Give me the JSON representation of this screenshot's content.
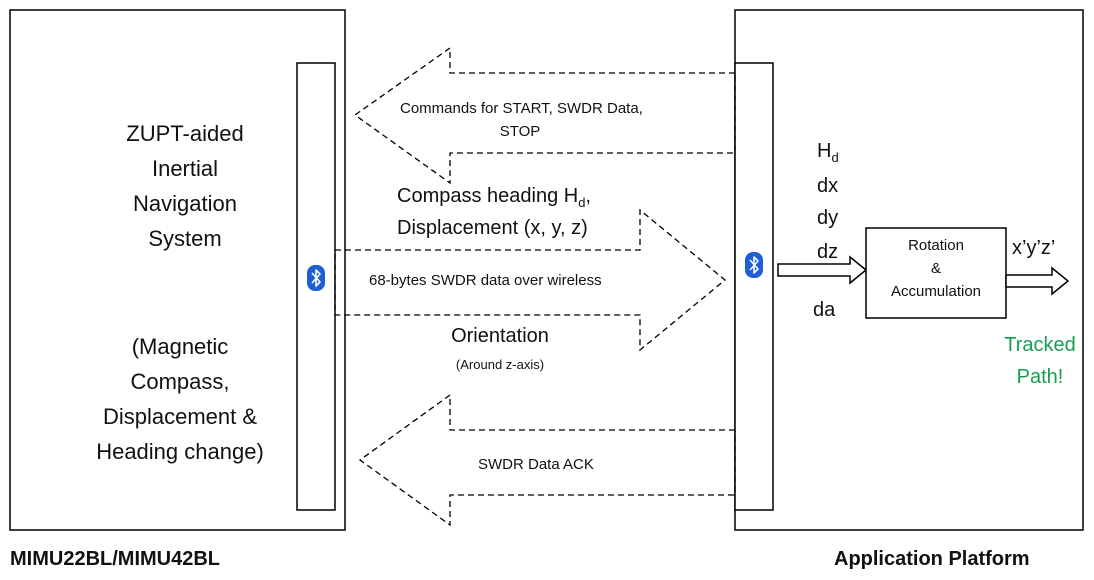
{
  "left_block": {
    "title_lines": [
      "ZUPT-aided",
      "Inertial",
      "Navigation",
      "System"
    ],
    "subtitle_lines": [
      "(Magnetic",
      "Compass,",
      "Displacement &",
      "Heading change)"
    ],
    "caption": "MIMU22BL/MIMU42BL"
  },
  "right_block": {
    "caption": "Application Platform",
    "inputs": [
      "dx",
      "dy",
      "dz",
      "da"
    ],
    "heading_symbol": "H",
    "heading_subscript": "d",
    "processor_lines": [
      "Rotation",
      "&",
      "Accumulation"
    ],
    "output": "x’y’z’",
    "result_lines": [
      "Tracked",
      "Path!"
    ]
  },
  "arrows": {
    "commands_line1": "Commands for START, SWDR Data,",
    "commands_line2": "STOP",
    "compass_line1_prefix": "Compass heading H",
    "compass_line1_sub": "d",
    "compass_line1_suffix": ",",
    "compass_line2": "Displacement (x, y, z)",
    "swdr_data": "68-bytes SWDR data over wireless",
    "orientation": "Orientation",
    "orientation_note": "(Around z-axis)",
    "ack": "SWDR Data ACK"
  },
  "icons": {
    "left_bluetooth": "bluetooth-icon",
    "right_bluetooth": "bluetooth-icon"
  },
  "colors": {
    "result_text": "#1a9c54",
    "bluetooth_bg": "#1f5fd6"
  }
}
